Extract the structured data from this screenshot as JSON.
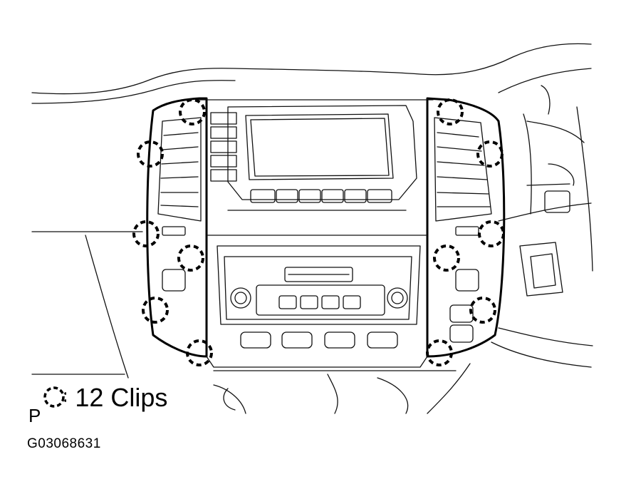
{
  "legend": {
    "letter": "P",
    "icon": "dashed-circle-clip-icon",
    "text": "12 Clips"
  },
  "figure_code": "G03068631",
  "clips": {
    "count": 12
  },
  "colors": {
    "line": "#000000",
    "background": "#ffffff"
  }
}
